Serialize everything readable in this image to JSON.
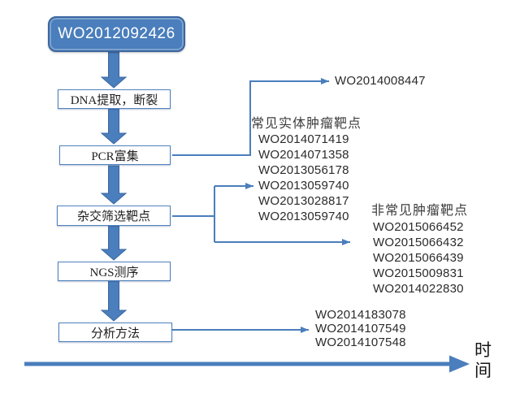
{
  "flow": {
    "root": "WO2012092426",
    "steps": [
      "DNA提取，断裂",
      "PCR富集",
      "杂交筛选靶点",
      "NGS测序",
      "分析方法"
    ]
  },
  "patents": {
    "top": "WO2014008447",
    "common": {
      "title": "常见实体肿瘤靶点",
      "items": [
        "WO2014071419",
        "WO2014071358",
        "WO2013056178",
        "WO2013059740",
        "WO2013028817",
        "WO2013059740"
      ]
    },
    "uncommon": {
      "title": "非常见肿瘤靶点",
      "items": [
        "WO2015066452",
        "WO2015066432",
        "WO2015066439",
        "WO2015009831",
        "WO2014022830"
      ]
    },
    "analysis": {
      "items": [
        "WO2014183078",
        "WO2014107549",
        "WO2014107548"
      ]
    }
  },
  "timeline": {
    "label": "时间"
  },
  "colors": {
    "accent": "#4a7ebc",
    "accent_dark": "#3a66a0",
    "box_border": "#4f81bd",
    "text": "#2b2b2b"
  }
}
